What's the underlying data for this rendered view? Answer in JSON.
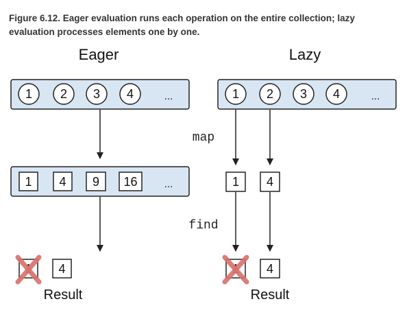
{
  "caption": "Figure 6.12. Eager evaluation runs each operation on the entire collection; lazy evaluation processes elements one by one.",
  "eager": {
    "heading": "Eager",
    "collection": [
      "1",
      "2",
      "3",
      "4"
    ],
    "mapped": [
      "1",
      "4",
      "9",
      "16"
    ],
    "result": [
      "1",
      "4"
    ],
    "result_label": "Result"
  },
  "lazy": {
    "heading": "Lazy",
    "collection": [
      "1",
      "2",
      "3",
      "4"
    ],
    "mapped": [
      "1",
      "4"
    ],
    "result": [
      "1",
      "4"
    ],
    "result_label": "Result"
  },
  "ellipsis": "...",
  "operations": {
    "map": "map",
    "find": "find"
  },
  "colors": {
    "collection_fill": "#d8e6f3",
    "cross": "#d9706b",
    "stroke": "#222222"
  }
}
